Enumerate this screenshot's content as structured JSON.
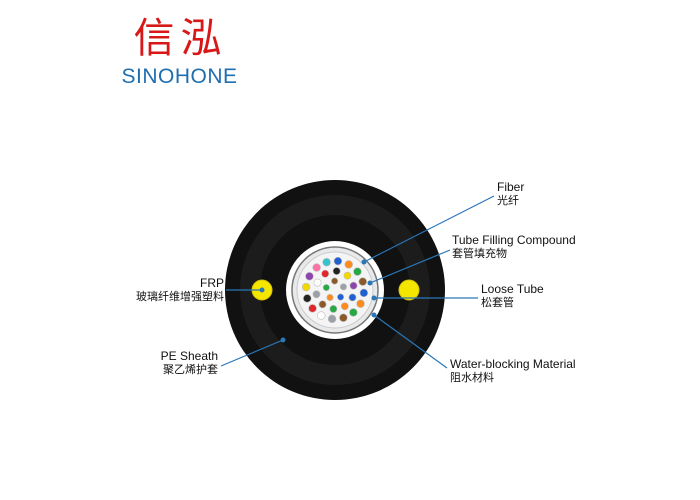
{
  "logo": {
    "cn": "信泓",
    "en": "SINOHONE"
  },
  "colors": {
    "brand_red": "#d71718",
    "brand_blue": "#1f6fb0",
    "sheath": "#111111",
    "frp": "#f5e600",
    "leader": "#2a77b8"
  },
  "labels": {
    "fiber": {
      "en": "Fiber",
      "cn": "光纤"
    },
    "filling": {
      "en": "Tube Filling Compound",
      "cn": "套管填充物"
    },
    "loose_tube": {
      "en": "Loose Tube",
      "cn": "松套管"
    },
    "water_block": {
      "en": "Water-blocking Material",
      "cn": "阻水材料"
    },
    "frp": {
      "en": "FRP",
      "cn": "玻璃纤维增强塑料"
    },
    "pe_sheath": {
      "en": "PE Sheath",
      "cn": "聚乙烯护套"
    }
  }
}
